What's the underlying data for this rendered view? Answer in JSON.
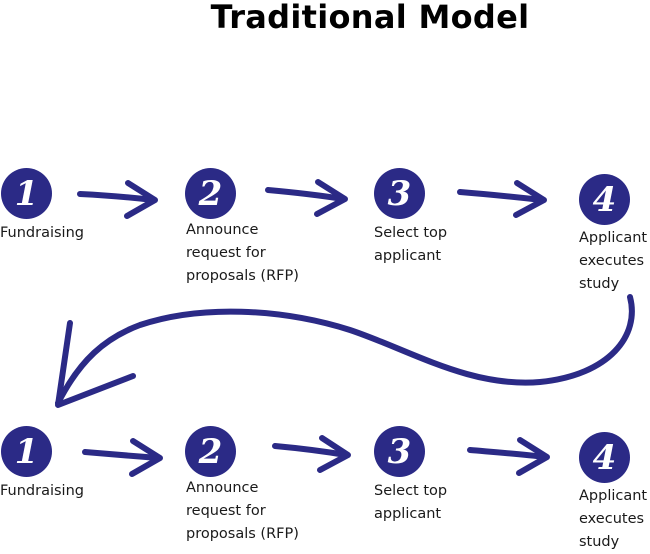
{
  "title": "Traditional Model",
  "colors": {
    "accent": "#2b2a86",
    "text": "#1a1a1a",
    "background": "#ffffff"
  },
  "rows": [
    {
      "steps": [
        {
          "number": "1",
          "label": "Fundraising"
        },
        {
          "number": "2",
          "label": "Announce request for proposals (RFP)"
        },
        {
          "number": "3",
          "label": "Select top applicant"
        },
        {
          "number": "4",
          "label": "Applicant executes study"
        }
      ]
    },
    {
      "steps": [
        {
          "number": "1",
          "label": "Fundraising"
        },
        {
          "number": "2",
          "label": "Announce request for proposals (RFP)"
        },
        {
          "number": "3",
          "label": "Select top applicant"
        },
        {
          "number": "4",
          "label": "Applicant executes study"
        }
      ]
    }
  ]
}
